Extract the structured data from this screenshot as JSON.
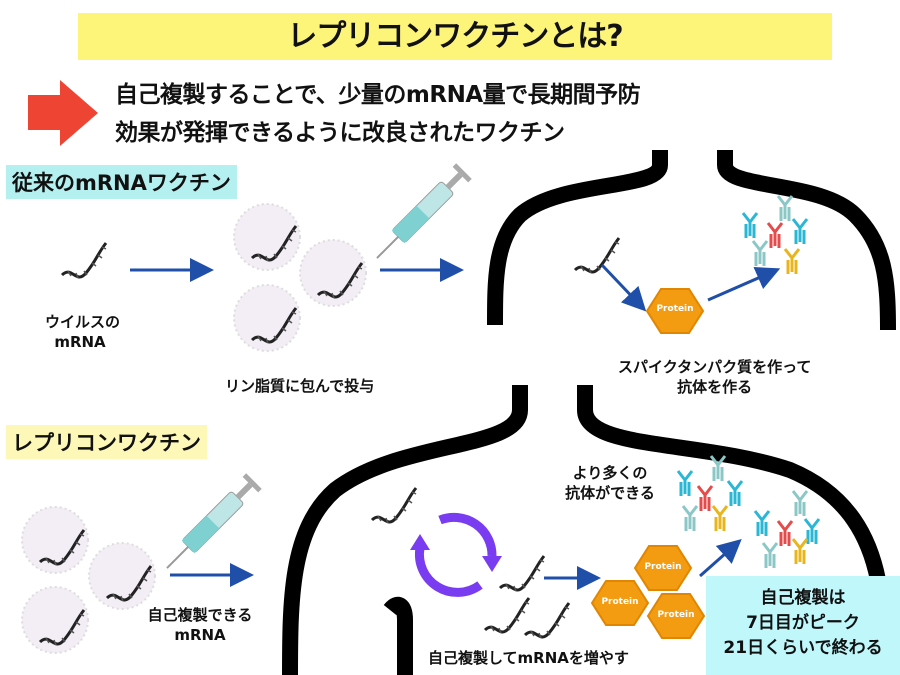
{
  "title": "レプリコンワクチンとは?",
  "lead": {
    "line1": "自己複製することで、少量のmRNA量で長期間予防",
    "line2": "効果が発揮できるように改良されたワクチン"
  },
  "conventional": {
    "heading": "従来のmRNAワクチン",
    "virus_mrna": "ウイルスの",
    "virus_mrna2": "mRNA",
    "lipid": "リン脂質に包んで投与",
    "spike": "スパイクタンパク質を作って",
    "antibody": "抗体を作る",
    "protein": "Protein"
  },
  "replicon": {
    "heading": "レプリコンワクチン",
    "self_mrna": "自己複製できる",
    "self_mrna2": "mRNA",
    "more": "より多くの",
    "more2": "抗体ができる",
    "increase": "自己複製してmRNAを増やす",
    "protein": "Protein",
    "note": [
      "自己複製は",
      "7日目がピーク",
      "21日くらいで終わる"
    ]
  },
  "colors": {
    "title_bg": "#fdf57a",
    "heading1_bg": "#b5f0f0",
    "heading2_bg": "#fdf7b8",
    "note_bg": "#bff7fb",
    "arrow": "#1f4fa8",
    "protein": "#f39c12",
    "cycle": "#7a3cf0",
    "red_arrow": "#ee4433"
  }
}
